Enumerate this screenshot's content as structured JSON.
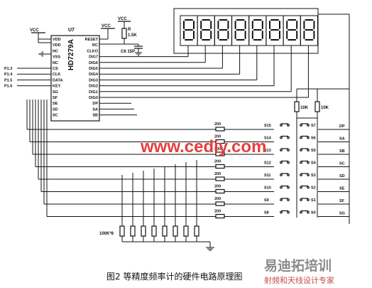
{
  "chip": {
    "ref": "U7",
    "part": "HD7279A",
    "pins_left": [
      "VDD",
      "VDD",
      "NC",
      "VSS",
      "NC",
      "CS",
      "CLK",
      "DATA",
      "KEY",
      "SG",
      "SF",
      "SE",
      "SD",
      "SC"
    ],
    "pins_right": [
      "RESET",
      "RC",
      "CLKO",
      "DIG7",
      "DIG6",
      "DIG5",
      "DIG4",
      "DIG3",
      "DIG2",
      "DIG1",
      "DIG0",
      "DP",
      "SA",
      "SB"
    ]
  },
  "power": {
    "vcc_left": "VCC",
    "vcc_right": "VCC",
    "vcc_rc": "VCC",
    "r_label": "R",
    "r_value": "1.5K",
    "c_label": "C6 15P"
  },
  "ports": [
    "P1.3",
    "P1.4",
    "P1.5",
    "P1.6"
  ],
  "pullups": [
    "10K",
    "10K"
  ],
  "key_resistors": [
    "200",
    "200",
    "200",
    "200",
    "200",
    "200",
    "200",
    "200"
  ],
  "bottom_resistor_label": "100K*8",
  "switches_left": [
    "S15",
    "S14",
    "S13",
    "S12",
    "S11",
    "S10",
    "S9",
    "S8"
  ],
  "switches_right": [
    "S7",
    "S6",
    "S5",
    "S4",
    "S3",
    "S2",
    "S1",
    "S0"
  ],
  "segment_lines": [
    "DP",
    "SA",
    "SB",
    "SC",
    "SD",
    "SE",
    "SF",
    "SG"
  ],
  "digit_count": 8,
  "watermark": {
    "url": "www.cediy.com",
    "brand": "易迪拓培训",
    "brand_sub": "射频和天线设计专家"
  },
  "caption": "图2  等精度频率计的硬件电路原理图"
}
